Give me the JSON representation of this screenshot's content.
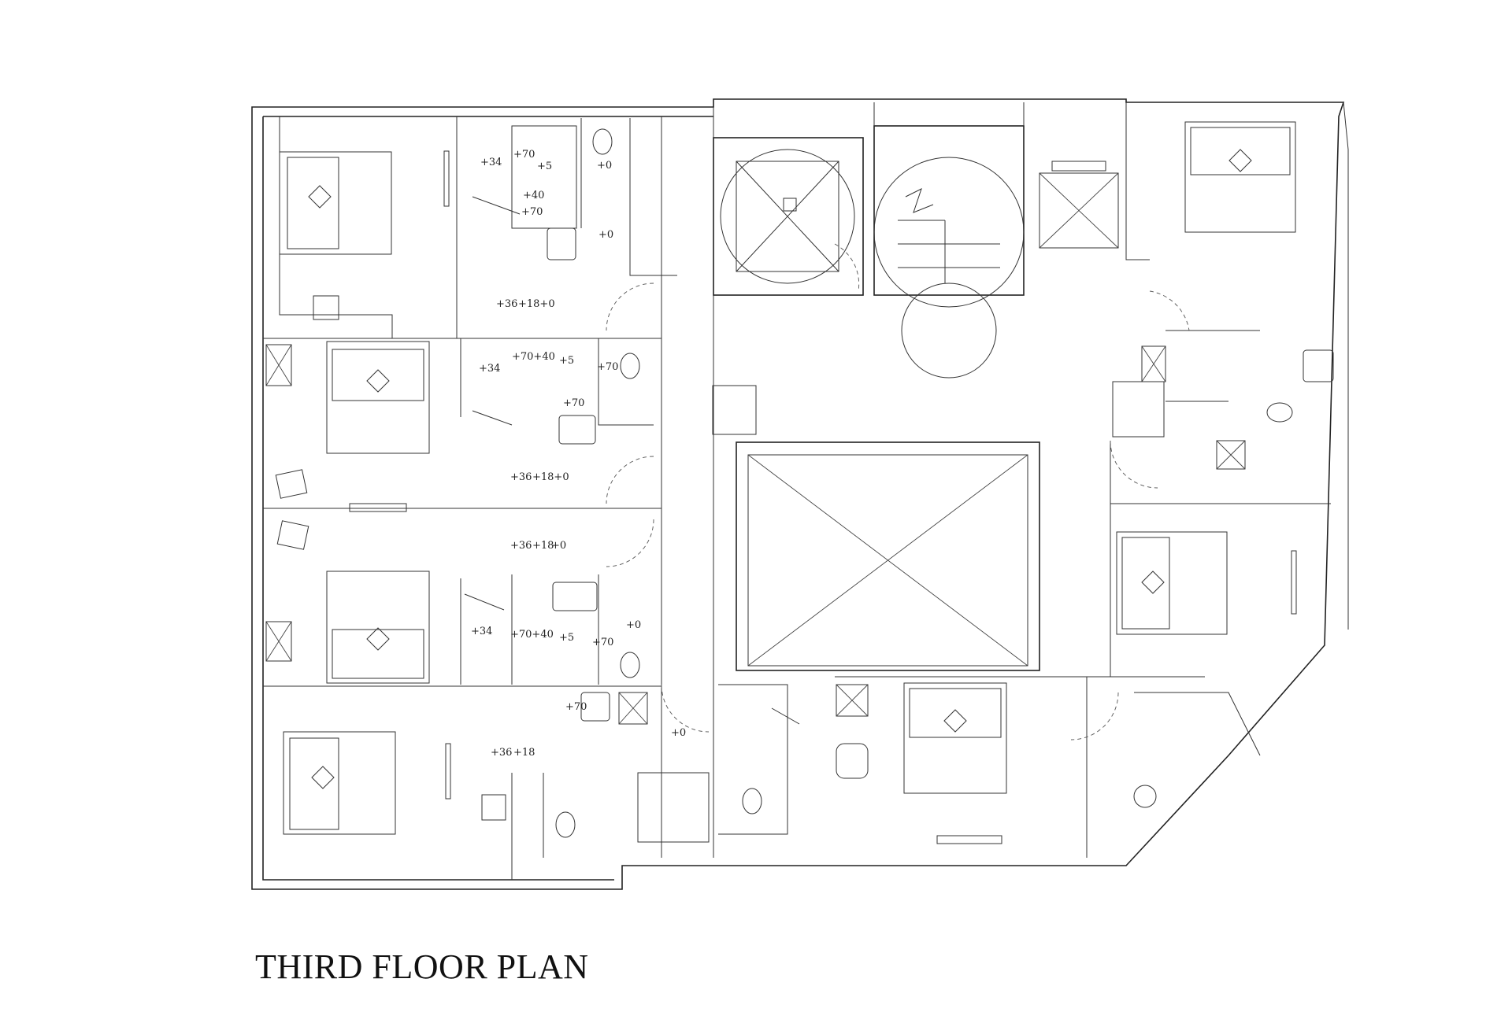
{
  "title": "THIRD FLOOR PLAN",
  "levels": [
    {
      "id": "l1",
      "text": "+34"
    },
    {
      "id": "l2",
      "text": "+70"
    },
    {
      "id": "l3",
      "text": "+5"
    },
    {
      "id": "l4",
      "text": "+0"
    },
    {
      "id": "l5",
      "text": "+40"
    },
    {
      "id": "l6",
      "text": "+70"
    },
    {
      "id": "l7",
      "text": "+0"
    },
    {
      "id": "l8",
      "text": "+36"
    },
    {
      "id": "l9",
      "text": "+18+0"
    },
    {
      "id": "l10",
      "text": "+34"
    },
    {
      "id": "l11",
      "text": "+70+40"
    },
    {
      "id": "l12",
      "text": "+5"
    },
    {
      "id": "l13",
      "text": "+70"
    },
    {
      "id": "l14",
      "text": "+70"
    },
    {
      "id": "l15",
      "text": "+36"
    },
    {
      "id": "l16",
      "text": "+18+0"
    },
    {
      "id": "l17",
      "text": "+36"
    },
    {
      "id": "l18",
      "text": "+18"
    },
    {
      "id": "l19",
      "text": "+0"
    },
    {
      "id": "l20",
      "text": "+0"
    },
    {
      "id": "l21",
      "text": "+34"
    },
    {
      "id": "l22",
      "text": "+70+40"
    },
    {
      "id": "l23",
      "text": "+5"
    },
    {
      "id": "l24",
      "text": "+70"
    },
    {
      "id": "l25",
      "text": "+70"
    },
    {
      "id": "l26",
      "text": "+36"
    },
    {
      "id": "l27",
      "text": "+18"
    },
    {
      "id": "l28",
      "text": "+0"
    }
  ]
}
